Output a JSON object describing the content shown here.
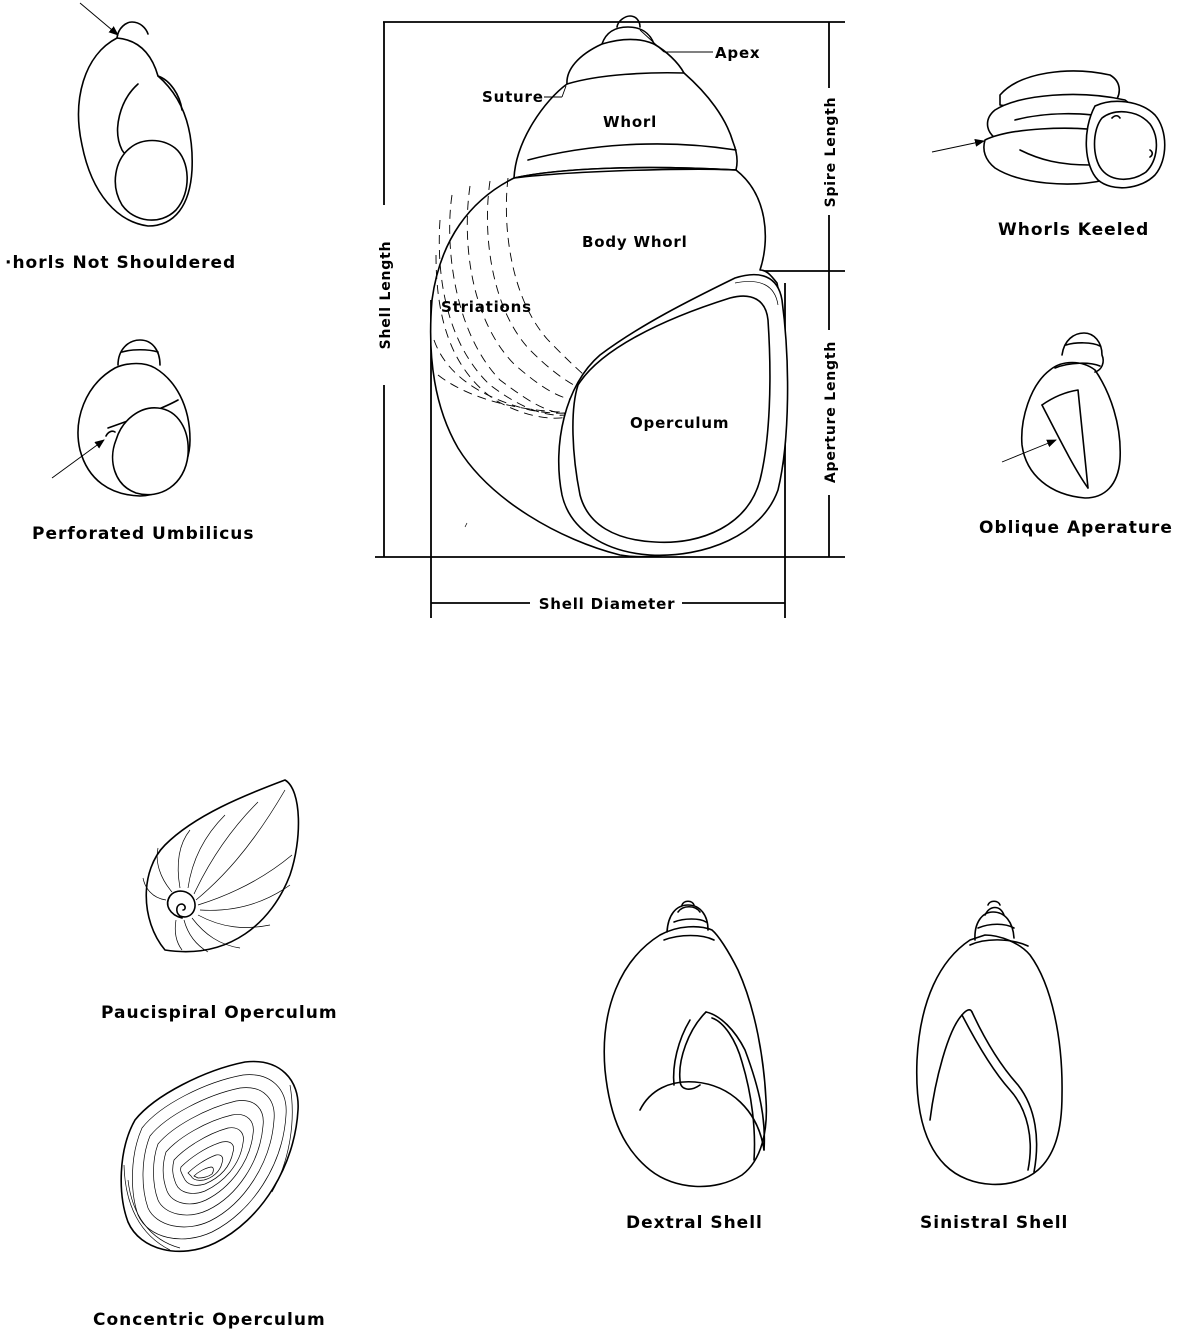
{
  "main_diagram": {
    "labels": {
      "apex": "Apex",
      "suture": "Suture",
      "whorl": "Whorl",
      "body_whorl": "Body Whorl",
      "striations": "Striations",
      "operculum": "Operculum"
    },
    "dimensions": {
      "shell_length": "Shell Length",
      "spire_length": "Spire Length",
      "aperture_length": "Aperture Length",
      "shell_diameter": "Shell Diameter"
    }
  },
  "examples": {
    "whorls_not_shouldered": "·horls Not Shouldered",
    "perforated_umbilicus": "Perforated Umbilicus",
    "whorls_keeled": "Whorls Keeled",
    "oblique_aperature": "Oblique Aperature",
    "paucispiral_operculum": "Paucispiral Operculum",
    "concentric_operculum": "Concentric Operculum",
    "dextral_shell": "Dextral Shell",
    "sinistral_shell": "Sinistral Shell"
  }
}
